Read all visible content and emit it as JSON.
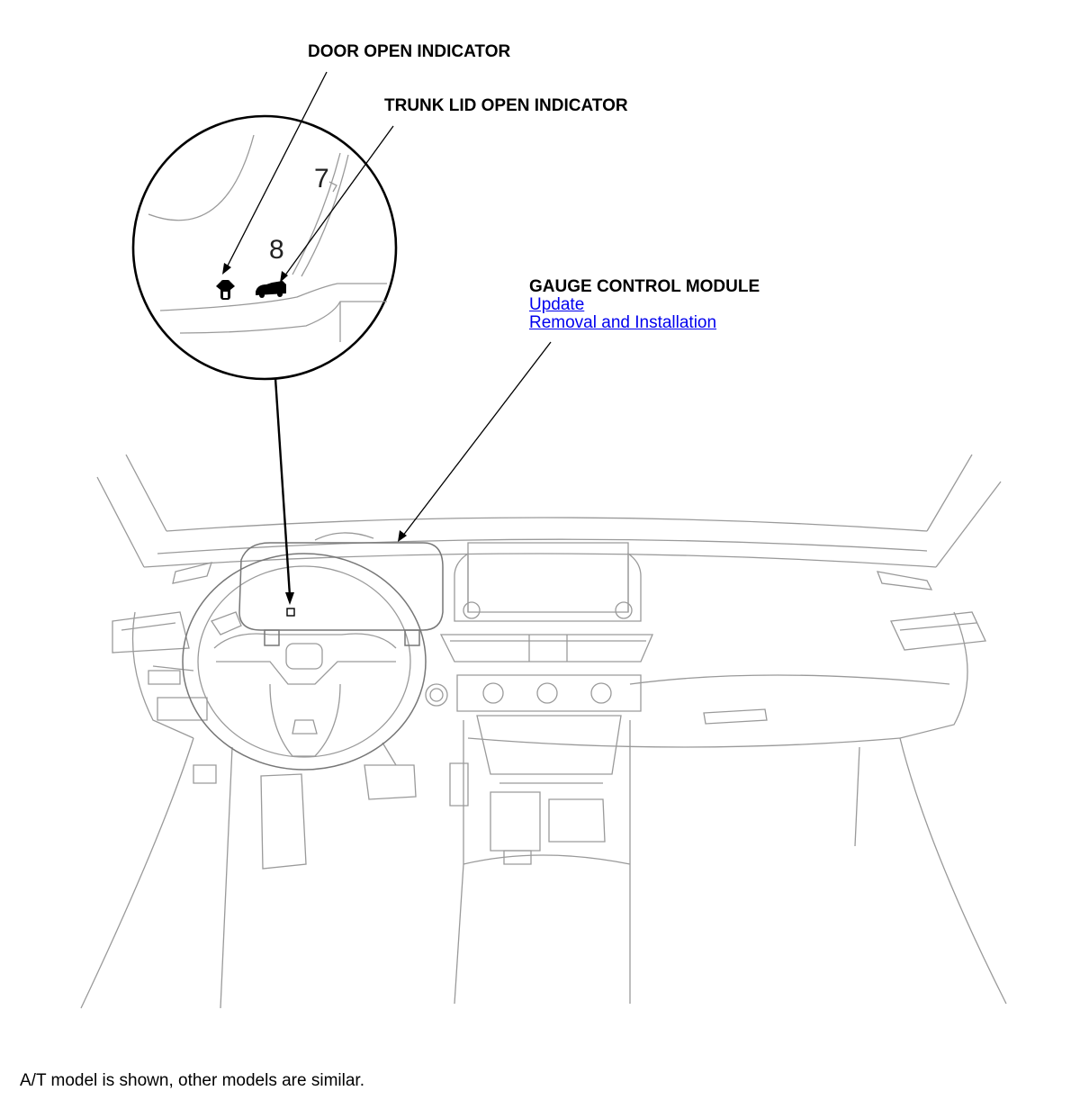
{
  "labels": {
    "door_open_indicator": "DOOR OPEN INDICATOR",
    "trunk_lid_open_indicator": "TRUNK LID OPEN INDICATOR",
    "gauge_control_module": "GAUGE CONTROL MODULE"
  },
  "links": {
    "update": "Update",
    "removal_and_installation": "Removal and Installation"
  },
  "gauge_numbers": {
    "seven": "7",
    "eight": "8"
  },
  "footnote": "A/T model is shown, other models are similar.",
  "colors": {
    "link": "#0000ee",
    "line_art": "#9a9a9a"
  },
  "icons": [
    "door-open-icon",
    "trunk-open-icon"
  ]
}
